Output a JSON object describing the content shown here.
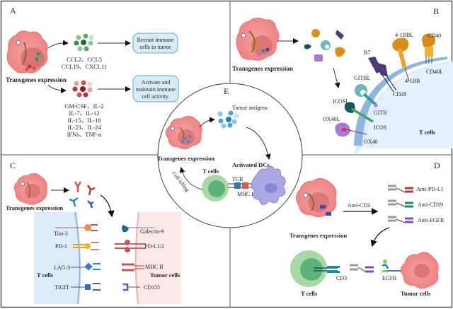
{
  "panels": {
    "A": {
      "label": "A",
      "source": "Transgenes expression",
      "chemokines": [
        "CCL2、CCL5",
        "CCL19、CXCL11"
      ],
      "cytokines": [
        "GM-CSF、IL-2",
        "IL-7、IL-12",
        "IL-15、IL-18",
        "IL-23、IL-24",
        "IFNs、TNF-α"
      ],
      "box1": [
        "Recruit immune",
        "cells to tumor"
      ],
      "box2": [
        "Activate and",
        "maintain immune",
        "cell activity."
      ]
    },
    "B": {
      "label": "B",
      "source": "Transgenes expression",
      "ligands": [
        "B7",
        "4-1BBL",
        "CD40",
        "GITRL",
        "ICOSL",
        "OX40L"
      ],
      "receptors": [
        "CD28",
        "4-1BB",
        "CD40L",
        "GITR",
        "ICOS",
        "OX40"
      ],
      "cell": "T cells"
    },
    "C": {
      "label": "C",
      "source": "Transgenes expression",
      "t_cell_receptors": [
        "Tim-3",
        "PD-1",
        "LAG-3",
        "TIGIT"
      ],
      "tumor_ligands": [
        "Galectin-9",
        "PD-L1/2",
        "MHC II",
        "CD155"
      ],
      "t_cells": "T cells",
      "tumor_cells": "Tumor cells"
    },
    "D": {
      "label": "D",
      "source": "Transgenes expression",
      "arrow_label": "Anti-CD3",
      "bites": [
        "Anti-PD-L1",
        "Anti-CD19",
        "Anti-EGFR"
      ],
      "t_cells": "T cells",
      "tumor_cells": "Tumor cells",
      "cd3": "CD3",
      "egfr": "EGFR"
    },
    "E": {
      "label": "E",
      "source": "Transgenes expression",
      "antigens": "Tumor antigens",
      "dcs": "Activated DCs",
      "t_cells": "T cells",
      "tcr": "TCR",
      "mhc": "MHC II",
      "killing": "Cell killing"
    }
  },
  "colors": {
    "tumor": "#f08c8c",
    "tumor_nucleus": "#d46a6a",
    "green": "#3f8f55",
    "red": "#b03a3a",
    "blue_box": "#d6ecf7",
    "t_cell_outer": "#a8d8a8",
    "t_cell_inner": "#5bb27a",
    "dc": "#aaa9e6",
    "teal": "#1c8d95",
    "purple": "#7a4fb0",
    "orange": "#d9901a"
  }
}
